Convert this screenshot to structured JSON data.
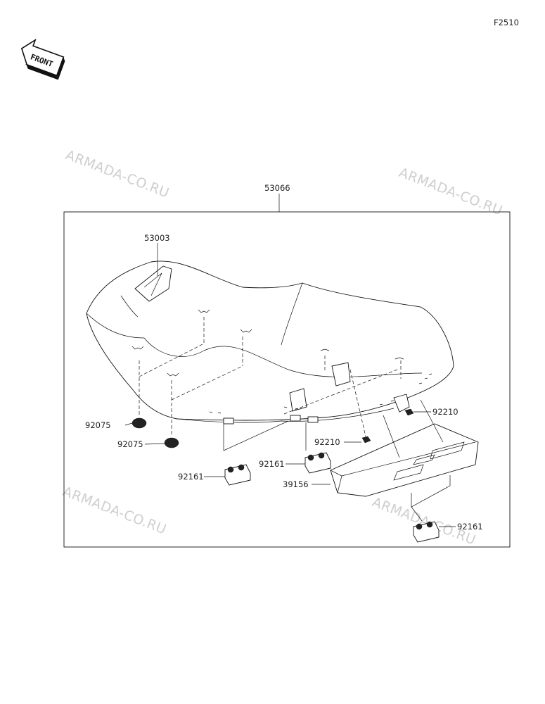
{
  "figure_code": "F2510",
  "front_badge": "FRONT",
  "watermark": "ARMADA-CO.RU",
  "labels": {
    "assembly": "53066",
    "seat": "53003",
    "damper_left": "92075",
    "damper_right": "92075",
    "nut_rear": "92210",
    "nut_center": "92210",
    "clip_left": "92161",
    "clip_center": "92161",
    "clip_right": "92161",
    "cover": "39156"
  }
}
